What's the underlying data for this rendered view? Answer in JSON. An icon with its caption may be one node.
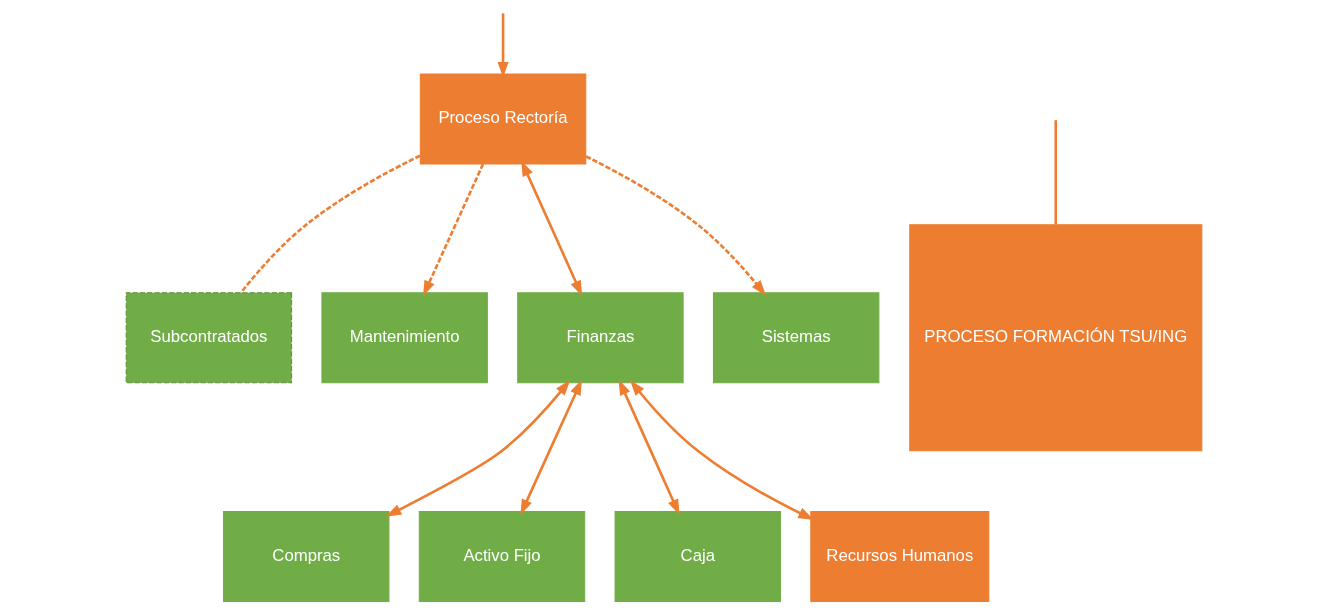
{
  "diagram": {
    "nodes": [
      {
        "text": [
          "Proceso Rectoría"
        ]
      },
      {
        "text": [
          "Subcontratados"
        ]
      },
      {
        "text": [
          "Mantenimiento"
        ]
      },
      {
        "text": [
          "Finanzas"
        ]
      },
      {
        "text": [
          "Sistemas"
        ]
      },
      {
        "text": [
          "Compras"
        ]
      },
      {
        "text": [
          "Activo Fijo"
        ]
      },
      {
        "text": [
          "Caja"
        ]
      },
      {
        "text": [
          "Recursos Humanos"
        ]
      },
      {
        "text": [
          "PROCESO FORMACIÓN TSU/ING"
        ]
      }
    ],
    "edges": [
      {
        "from": null,
        "to": 0,
        "arrow": "to"
      },
      {
        "from": null,
        "to": 9,
        "arrow": "none"
      },
      {
        "from": 0,
        "to": 1,
        "arrow": "none",
        "style": "dashed"
      },
      {
        "from": 0,
        "to": 2,
        "arrow": "to",
        "style": "dashed"
      },
      {
        "from": 0,
        "to": 4,
        "arrow": "to",
        "style": "dashed"
      },
      {
        "from": 0,
        "to": 3,
        "arrow": "both"
      },
      {
        "from": 3,
        "to": 5,
        "arrow": "both"
      },
      {
        "from": 3,
        "to": 6,
        "arrow": "both"
      },
      {
        "from": 3,
        "to": 7,
        "arrow": "both"
      },
      {
        "from": 3,
        "to": 8,
        "arrow": "both"
      }
    ]
  }
}
